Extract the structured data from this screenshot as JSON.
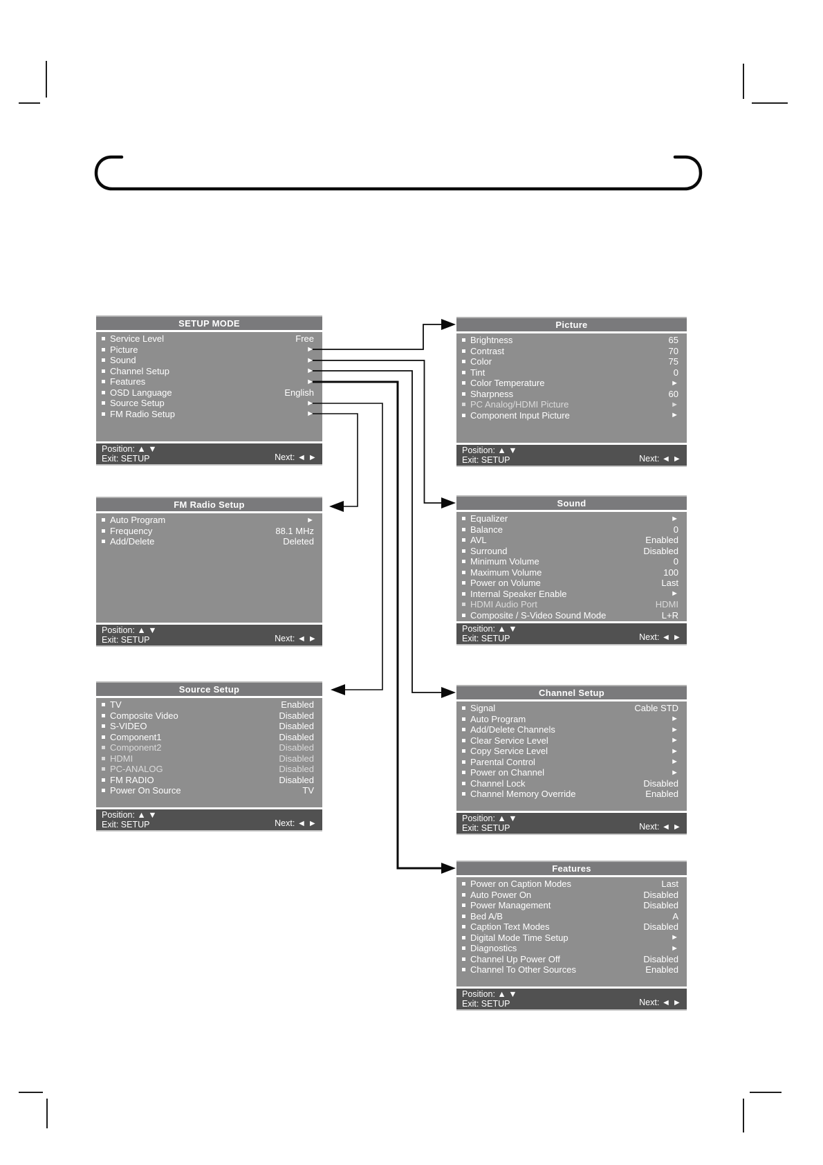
{
  "shared": {
    "position_label": "Position: ▲ ▼",
    "exit_label": "Exit: SETUP",
    "next_label": "Next: ◄ ►"
  },
  "colors": {
    "panel_header": "#7a7a7c",
    "panel_body": "#8e8e8e",
    "panel_footer": "#515151",
    "text": "#ffffff",
    "connector": "#0a0a0a"
  },
  "panels": {
    "setup_mode": {
      "title": "SETUP MODE",
      "rows": [
        {
          "label": "Service Level",
          "value": "Free"
        },
        {
          "label": "Picture",
          "value": "►"
        },
        {
          "label": "Sound",
          "value": "►"
        },
        {
          "label": "Channel Setup",
          "value": "►"
        },
        {
          "label": "Features",
          "value": "►"
        },
        {
          "label": "OSD Language",
          "value": "English"
        },
        {
          "label": "Source Setup",
          "value": "►"
        },
        {
          "label": "FM Radio Setup",
          "value": "►"
        }
      ]
    },
    "picture": {
      "title": "Picture",
      "rows": [
        {
          "label": "Brightness",
          "value": "65"
        },
        {
          "label": "Contrast",
          "value": "70"
        },
        {
          "label": "Color",
          "value": "75"
        },
        {
          "label": "Tint",
          "value": "0"
        },
        {
          "label": "Color Temperature",
          "value": "►"
        },
        {
          "label": "Sharpness",
          "value": "60"
        },
        {
          "label": "PC Analog/HDMI Picture",
          "value": "►",
          "dim": true
        },
        {
          "label": "Component Input Picture",
          "value": "►"
        }
      ]
    },
    "sound": {
      "title": "Sound",
      "rows": [
        {
          "label": "Equalizer",
          "value": "►"
        },
        {
          "label": "Balance",
          "value": "0"
        },
        {
          "label": "AVL",
          "value": "Enabled"
        },
        {
          "label": "Surround",
          "value": "Disabled"
        },
        {
          "label": "Minimum Volume",
          "value": "0"
        },
        {
          "label": "Maximum Volume",
          "value": "100"
        },
        {
          "label": "Power on Volume",
          "value": "Last"
        },
        {
          "label": "Internal Speaker Enable",
          "value": "►"
        },
        {
          "label": "HDMI Audio Port",
          "value": "HDMI",
          "dim": true
        },
        {
          "label": "Composite / S-Video Sound Mode",
          "value": "L+R"
        }
      ]
    },
    "fm_radio_setup": {
      "title": "FM Radio Setup",
      "rows": [
        {
          "label": "Auto Program",
          "value": "►"
        },
        {
          "label": "Frequency",
          "value": "88.1 MHz"
        },
        {
          "label": "Add/Delete",
          "value": "Deleted"
        }
      ]
    },
    "source_setup": {
      "title": "Source Setup",
      "rows": [
        {
          "label": "TV",
          "value": "Enabled"
        },
        {
          "label": "Composite Video",
          "value": "Disabled"
        },
        {
          "label": "S-VIDEO",
          "value": "Disabled"
        },
        {
          "label": "Component1",
          "value": "Disabled"
        },
        {
          "label": "Component2",
          "value": "Disabled",
          "dim": true
        },
        {
          "label": "HDMI",
          "value": "Disabled",
          "dim": true
        },
        {
          "label": "PC-ANALOG",
          "value": "Disabled",
          "dim": true
        },
        {
          "label": "FM RADIO",
          "value": "Disabled"
        },
        {
          "label": "Power On Source",
          "value": "TV"
        }
      ]
    },
    "channel_setup": {
      "title": "Channel Setup",
      "rows": [
        {
          "label": "Signal",
          "value": "Cable STD"
        },
        {
          "label": "Auto Program",
          "value": "►"
        },
        {
          "label": "Add/Delete Channels",
          "value": "►"
        },
        {
          "label": "Clear Service Level",
          "value": "►"
        },
        {
          "label": "Copy Service Level",
          "value": "►"
        },
        {
          "label": "Parental Control",
          "value": "►"
        },
        {
          "label": "Power on Channel",
          "value": "►"
        },
        {
          "label": "Channel Lock",
          "value": "Disabled"
        },
        {
          "label": "Channel Memory Override",
          "value": "Enabled"
        }
      ]
    },
    "features": {
      "title": "Features",
      "rows": [
        {
          "label": "Power on Caption Modes",
          "value": "Last"
        },
        {
          "label": "Auto Power On",
          "value": "Disabled"
        },
        {
          "label": "Power Management",
          "value": "Disabled"
        },
        {
          "label": "Bed A/B",
          "value": "A"
        },
        {
          "label": "Caption Text Modes",
          "value": "Disabled"
        },
        {
          "label": "Digital Mode Time Setup",
          "value": "►"
        },
        {
          "label": "Diagnostics",
          "value": "►"
        },
        {
          "label": "Channel Up Power Off",
          "value": "Disabled"
        },
        {
          "label": "Channel To Other Sources",
          "value": "Enabled"
        }
      ]
    }
  }
}
